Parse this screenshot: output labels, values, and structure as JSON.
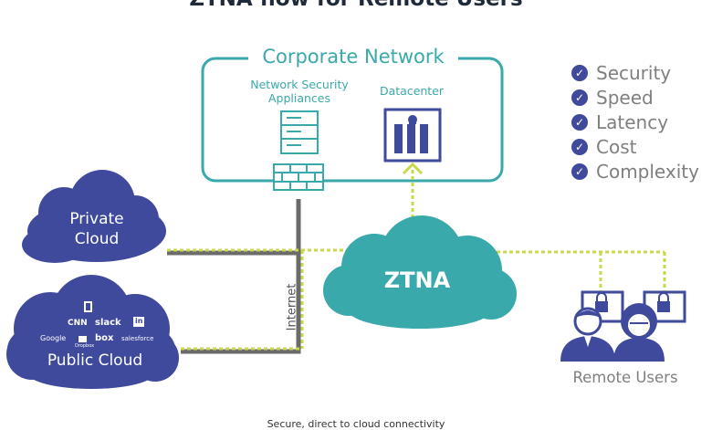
{
  "title": "ZTNA flow for Remote Users",
  "corporate_network": {
    "title": "Corporate Network",
    "security_appliances_label": "Network Security\nAppliances",
    "datacenter_label": "Datacenter"
  },
  "benefits": [
    "Security",
    "Speed",
    "Latency",
    "Cost",
    "Complexity"
  ],
  "clouds": {
    "private": "Private\nCloud",
    "public": "Public Cloud",
    "ztna": "ZTNA"
  },
  "public_cloud_logos": {
    "cnn": "CNN",
    "slack": "slack",
    "linkedin": "in",
    "google": "Google",
    "dropbox": "Dropbox",
    "box": "box",
    "salesforce": "salesforce"
  },
  "internet_label": "Internet",
  "remote_users_label": "Remote Users",
  "caption": "Secure, direct to cloud connectivity",
  "colors": {
    "teal": "#3aa9ab",
    "navy": "#3f4a9c",
    "lime": "#c9d94a",
    "gray_line": "#6b6b6b"
  }
}
